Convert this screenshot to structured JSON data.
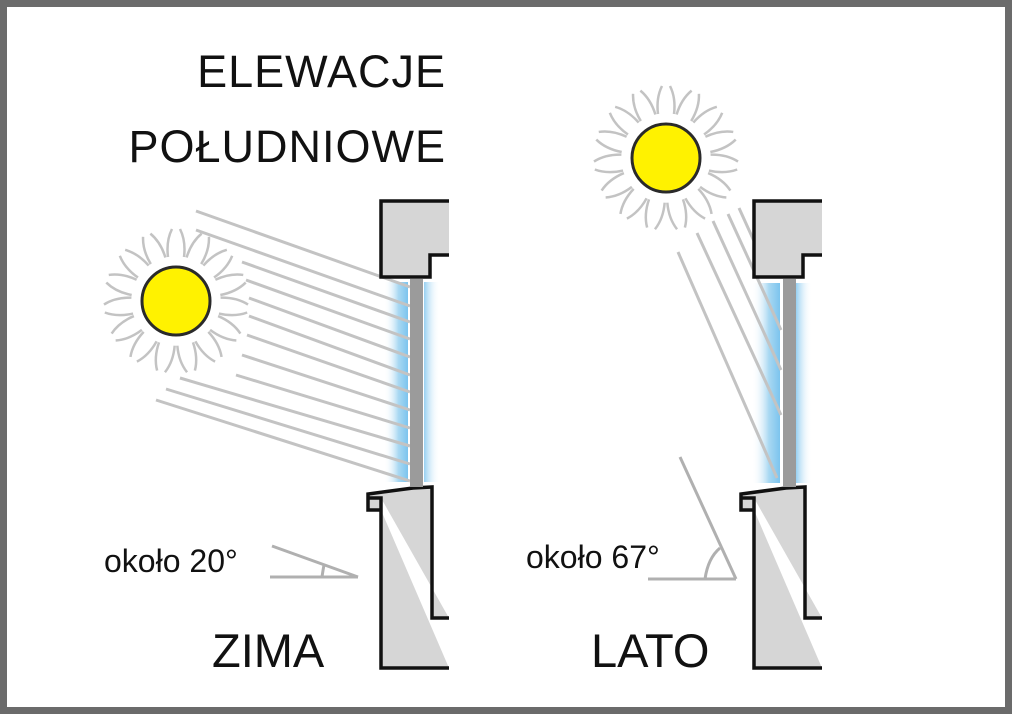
{
  "title": {
    "line1": "ELEWACJE",
    "line2": "POŁUDNIOWE"
  },
  "winter": {
    "season_label": "ZIMA",
    "angle_label": "około 20°",
    "sun_angle_deg": 20
  },
  "summer": {
    "season_label": "LATO",
    "angle_label": "około 67°",
    "sun_angle_deg": 67
  },
  "colors": {
    "frame": "#6b6b6b",
    "wall": "#d6d6d6",
    "outline": "#111111",
    "rays": "#c3c3c3",
    "sun_fill": "#fff200",
    "sun_stroke": "#2a2a2a",
    "glass": "#a9d8f2",
    "glass_edge": "#9b9b9b"
  },
  "icons": {
    "sun": "sun-icon",
    "wall": "wall-section-icon",
    "window": "window-glass-icon",
    "angle": "angle-icon"
  }
}
